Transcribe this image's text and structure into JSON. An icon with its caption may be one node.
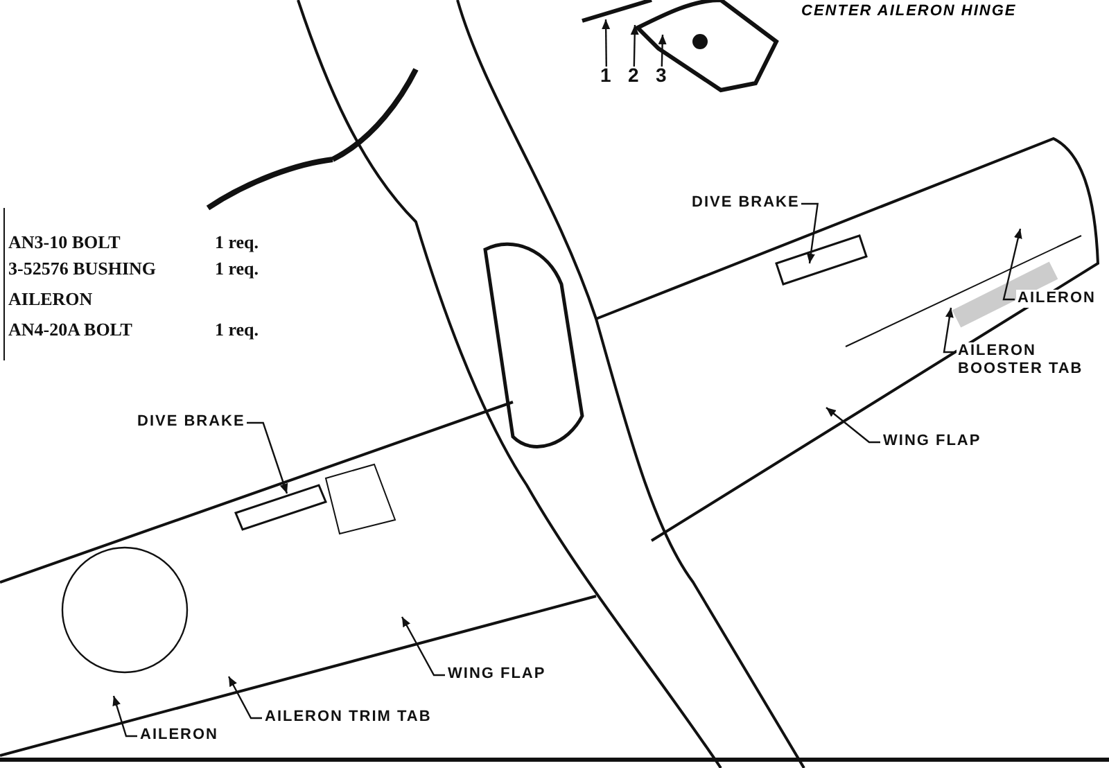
{
  "diagram": {
    "nodes": [
      {
        "text": [
          "1"
        ]
      },
      {
        "text": [
          "2"
        ]
      },
      {
        "text": [
          "3"
        ]
      },
      {
        "text": [
          "DIVE BRAKE"
        ]
      },
      {
        "text": [
          "AILERON"
        ]
      },
      {
        "text": [
          "AILERON BOOSTER TAB"
        ]
      },
      {
        "text": [
          "WING FLAP"
        ]
      },
      {
        "text": [
          "DIVE BRAKE"
        ]
      },
      {
        "text": [
          "WING FLAP"
        ]
      },
      {
        "text": [
          "AILERON TRIM TAB"
        ]
      },
      {
        "text": [
          "AILERON"
        ]
      }
    ],
    "edges": [
      {
        "from": 0,
        "to": null,
        "arrow": "to"
      },
      {
        "from": 1,
        "to": null,
        "arrow": "to"
      },
      {
        "from": 2,
        "to": null,
        "arrow": "to"
      },
      {
        "from": 3,
        "to": null,
        "arrow": "to"
      },
      {
        "from": 4,
        "to": null,
        "arrow": "to"
      },
      {
        "from": 5,
        "to": null,
        "arrow": "to"
      },
      {
        "from": 6,
        "to": null,
        "arrow": "to"
      },
      {
        "from": 7,
        "to": null,
        "arrow": "to"
      },
      {
        "from": 8,
        "to": null,
        "arrow": "to"
      },
      {
        "from": 9,
        "to": null,
        "arrow": "to"
      },
      {
        "from": 10,
        "to": null,
        "arrow": "to"
      }
    ],
    "labels": [
      "CENTER AILERON HINGE",
      "AN3-10 BOLT",
      "1 req.",
      "3-52576 BUSHING",
      "1 req.",
      "AILERON",
      "AN4-20A BOLT",
      "1 req."
    ]
  }
}
